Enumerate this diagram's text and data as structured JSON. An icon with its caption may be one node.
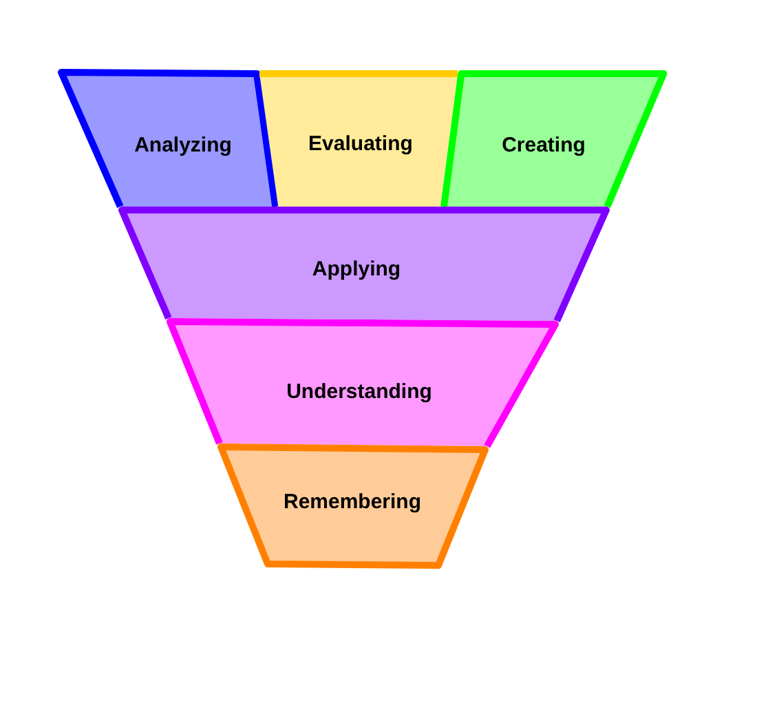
{
  "diagram": {
    "nodes": [
      {
        "text": [
          "Analyzing"
        ]
      },
      {
        "text": [
          "Evaluating"
        ]
      },
      {
        "text": [
          "Creating"
        ]
      },
      {
        "text": [
          "Applying"
        ]
      },
      {
        "text": [
          "Understanding"
        ]
      },
      {
        "text": [
          "Remembering"
        ]
      }
    ]
  }
}
